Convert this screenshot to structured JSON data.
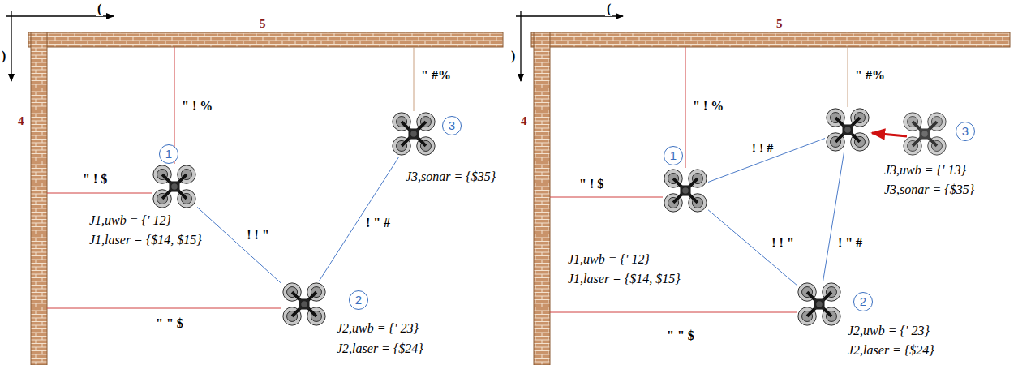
{
  "diagram": {
    "nodes": [
      {
        "text": [
          "1",
          "J1,uwb = {' 12}",
          "J1,laser = {$14, $15}"
        ]
      },
      {
        "text": [
          "2",
          "J2,uwb = {' 23}",
          "J2,laser = {$24}"
        ]
      },
      {
        "text": [
          "3",
          "J3,sonar = {$35}"
        ]
      },
      {
        "text": [
          "1",
          "J1,uwb = {' 12}",
          "J1,laser = {$14, $15}"
        ]
      },
      {
        "text": [
          "2",
          "J2,uwb = {' 23}",
          "J2,laser = {$24}"
        ]
      },
      {
        "text": [
          "3",
          "J3,uwb = {' 13}",
          "J3,sonar = {$35}"
        ]
      }
    ],
    "edges": [
      {
        "from": 0,
        "to": 1,
        "arrow": "none",
        "label": "! ! \""
      },
      {
        "from": 1,
        "to": 2,
        "arrow": "none",
        "label": "! \" #"
      },
      {
        "from": 3,
        "to": 5,
        "arrow": "none",
        "label": "! ! #"
      },
      {
        "from": 3,
        "to": 4,
        "arrow": "none",
        "label": "! ! \""
      },
      {
        "from": 4,
        "to": 5,
        "arrow": "none",
        "label": "! \" #"
      }
    ],
    "labels": [
      "(",
      ")",
      "5",
      "4",
      "\" ! %",
      "\" ! $",
      "\" \" $",
      "\" #%",
      "(",
      ")",
      "5",
      "4",
      "\" ! %",
      "\" ! $",
      "\" \" $",
      "\" #%"
    ]
  }
}
